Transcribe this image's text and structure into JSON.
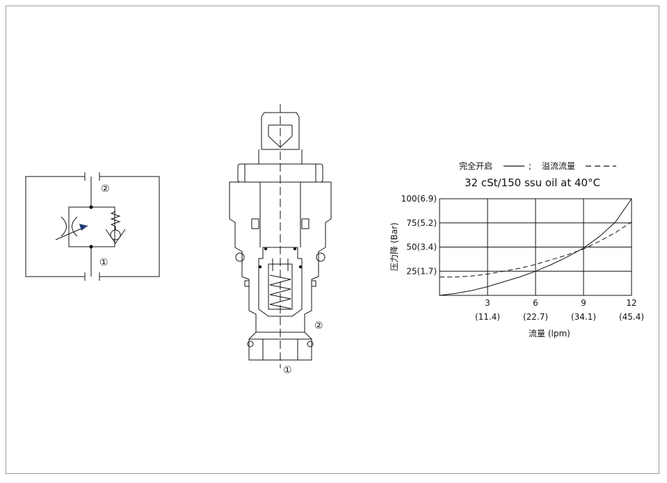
{
  "schematic": {
    "port_top": "②",
    "port_bottom": "①"
  },
  "section_view": {
    "port_side": "②",
    "port_bottom": "①"
  },
  "chart_data": {
    "type": "line",
    "legend_full_open_label": "完全开启",
    "legend_separator": ";",
    "legend_relief_label": "溢流流量",
    "title": "32 cSt/150 ssu oil at 40°C",
    "ylabel": "压力降 (Bar)",
    "xlabel": "流量 (lpm)",
    "xlim": [
      0,
      12
    ],
    "ylim": [
      0,
      100
    ],
    "y_ticks": [
      {
        "value": 25,
        "label": "25(1.7)"
      },
      {
        "value": 50,
        "label": "50(3.4)"
      },
      {
        "value": 75,
        "label": "75(5.2)"
      },
      {
        "value": 100,
        "label": "100(6.9)"
      }
    ],
    "x_ticks": [
      {
        "value": 3,
        "label": "3",
        "sublabel": "(11.4)"
      },
      {
        "value": 6,
        "label": "6",
        "sublabel": "(22.7)"
      },
      {
        "value": 9,
        "label": "9",
        "sublabel": "(34.1)"
      },
      {
        "value": 12,
        "label": "12",
        "sublabel": "(45.4)"
      }
    ],
    "grid": true,
    "series": [
      {
        "name": "完全开启",
        "style": "solid",
        "x": [
          0,
          1,
          2,
          3,
          4,
          5,
          6,
          7,
          8,
          9,
          10,
          11,
          12
        ],
        "y": [
          0,
          2,
          5,
          9,
          14,
          19,
          25,
          32,
          40,
          49,
          61,
          76,
          100
        ]
      },
      {
        "name": "溢流流量",
        "style": "dashed",
        "x": [
          0,
          1,
          2,
          3,
          4,
          5,
          6,
          7,
          8,
          9,
          10,
          11,
          12
        ],
        "y": [
          19,
          19,
          20,
          22,
          25,
          28,
          32,
          37,
          42,
          48,
          56,
          65,
          76
        ]
      }
    ]
  }
}
